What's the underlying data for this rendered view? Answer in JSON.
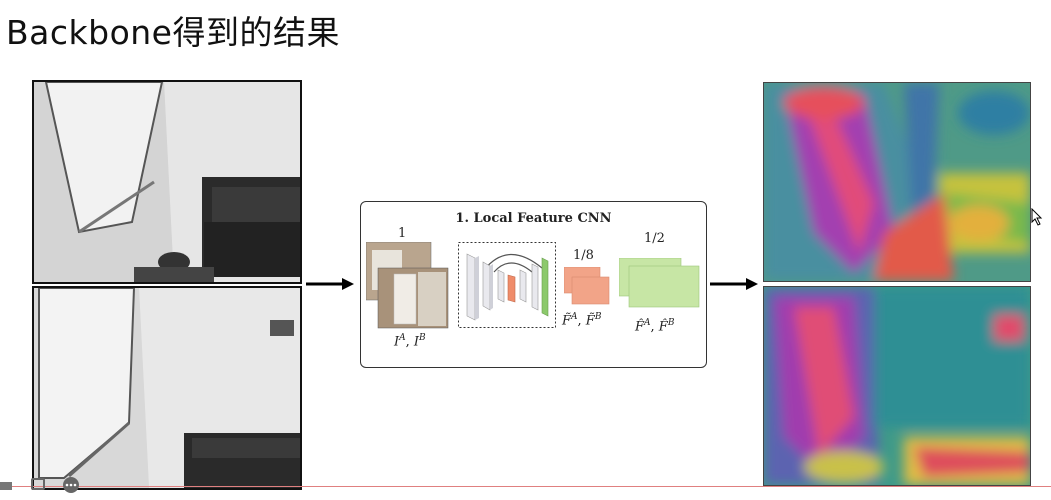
{
  "slide": {
    "title": "Backbone得到的结果"
  },
  "diagram": {
    "title": "1. Local Feature CNN",
    "input_scale": "1",
    "input_label": "I^A, I^B",
    "coarse_scale": "1/8",
    "coarse_label": "F̃^A, F̃^B",
    "fine_scale": "1/2",
    "fine_label": "F̂^A, F̂^B"
  },
  "colors": {
    "coarse_feature": "#f2a488",
    "fine_feature": "#c7e6a5",
    "encoder_accent": "#ef8c6a",
    "decoder_accent": "#8cc96b"
  },
  "icons": [
    "right-arrow-icon",
    "mouse-cursor-icon",
    "pen-tool-icon",
    "comment-icon",
    "menu-icon"
  ]
}
